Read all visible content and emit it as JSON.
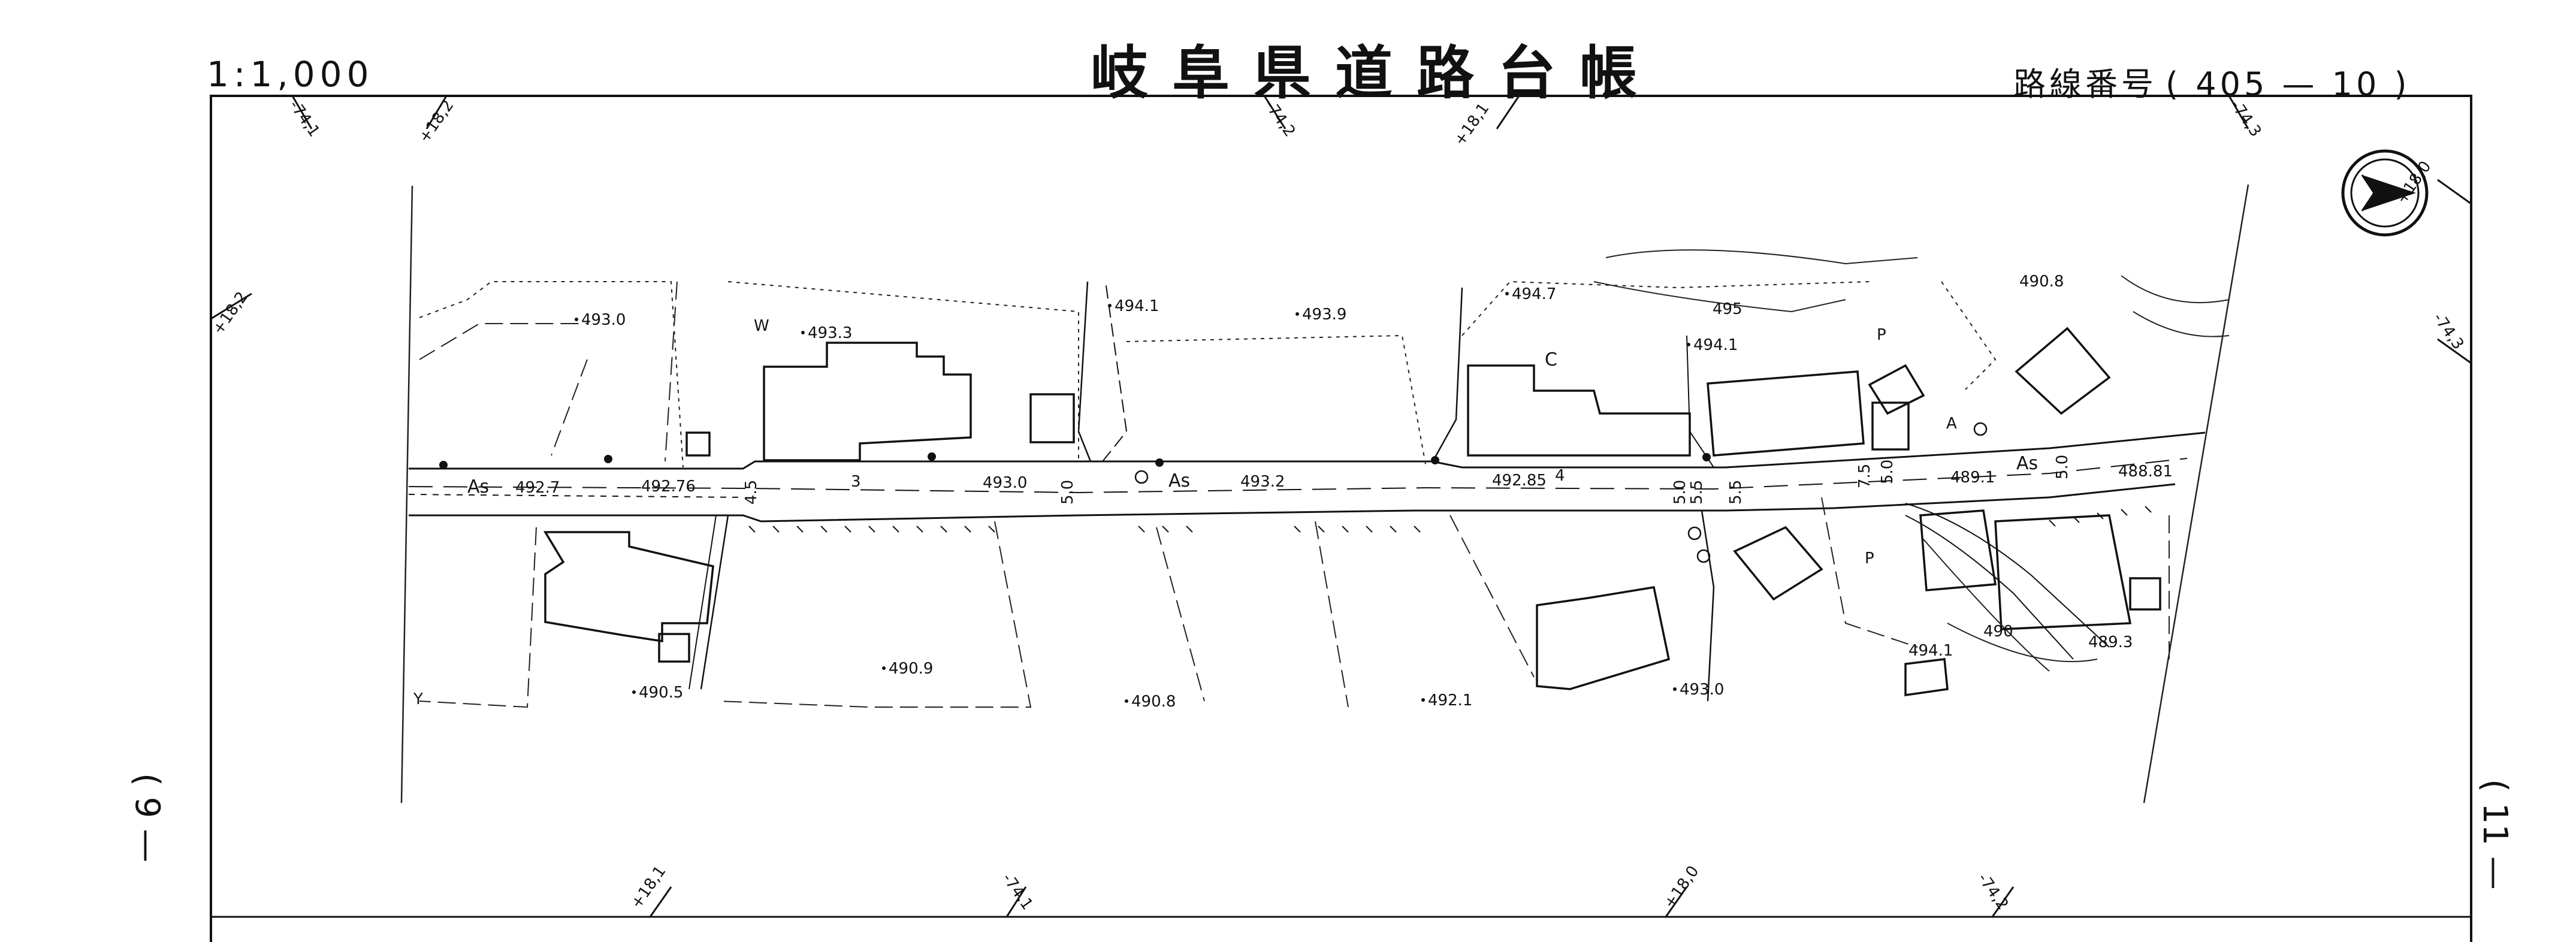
{
  "header": {
    "scale": "1:1,000",
    "title": "岐阜県道路台帳",
    "route_label": "路線番号",
    "route_number": "( 405 — 10 )"
  },
  "page": {
    "left_sheet": "( 9 —",
    "right_sheet": "( 11 —"
  },
  "north_symbol": "north-arrow-icon",
  "grid_labels": {
    "top": [
      "-74,1",
      "+18,2",
      "-74,2",
      "+18,1",
      "-74,3"
    ],
    "left": [
      "+18,2"
    ],
    "right": [
      "+18,0",
      "-74,3"
    ],
    "bottom": [
      "+18,1",
      "-74,1",
      "+18,0",
      "-74,2"
    ]
  },
  "road": {
    "surface": "As",
    "widths": [
      "4.5",
      "3",
      "5.0",
      "4",
      "5.0",
      "5.5",
      "5.5",
      "7.5",
      "5.0",
      "5.0"
    ],
    "center_elevations": [
      "492.7",
      "492.76",
      "493.0",
      "493.2",
      "492.85",
      "489.1",
      "488.81"
    ]
  },
  "spot_heights": [
    "493.0",
    "493.3",
    "494.1",
    "493.9",
    "494.7",
    "495",
    "494.1",
    "490.8",
    "490.9",
    "490.5",
    "490.8",
    "492.1",
    "493.0",
    "494.1",
    "490",
    "489.3"
  ],
  "symbols": [
    "W",
    "C",
    "P",
    "Y",
    "A"
  ]
}
